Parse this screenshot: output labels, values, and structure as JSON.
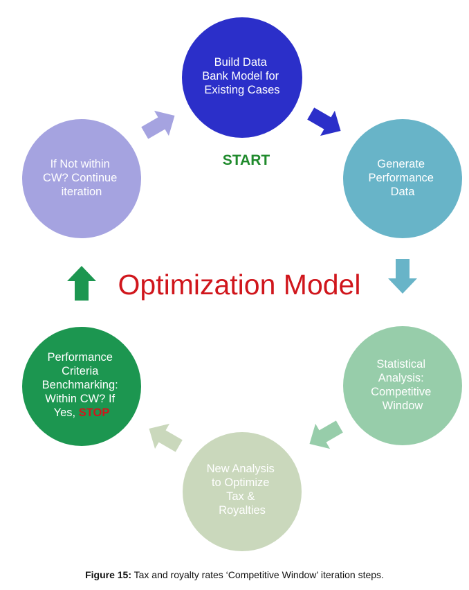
{
  "diagram": {
    "center_title": "Optimization Model",
    "start_label": "START",
    "nodes": [
      {
        "id": "build-data-bank",
        "lines": [
          "Build Data",
          "Bank Model for",
          "Existing Cases"
        ],
        "color": "#2b2fc9"
      },
      {
        "id": "generate-performance",
        "lines": [
          "Generate",
          "Performance",
          "Data"
        ],
        "color": "#68b4c8"
      },
      {
        "id": "statistical-analysis",
        "lines": [
          "Statistical",
          "Analysis:",
          "Competitive",
          "Window"
        ],
        "color": "#97cdaa"
      },
      {
        "id": "new-analysis",
        "lines": [
          "New Analysis",
          "to Optimize",
          "Tax &",
          "Royalties"
        ],
        "color": "#cad8bc"
      },
      {
        "id": "performance-criteria",
        "lines": [
          "Performance",
          "Criteria",
          "Benchmarking:",
          "Within CW? If",
          "Yes, "
        ],
        "stop_word": "STOP",
        "color": "#1c9650"
      },
      {
        "id": "not-within-cw",
        "lines": [
          "If Not within",
          "CW? Continue",
          "iteration"
        ],
        "color": "#a5a3e0"
      }
    ],
    "arrow_colors": [
      "#2b2fc9",
      "#68b4c8",
      "#97cdaa",
      "#cad8bc",
      "#1c9650",
      "#a5a3e0"
    ]
  },
  "caption": {
    "label": "Figure 15:",
    "text": " Tax and royalty rates ‘Competitive Window’ iteration steps."
  }
}
